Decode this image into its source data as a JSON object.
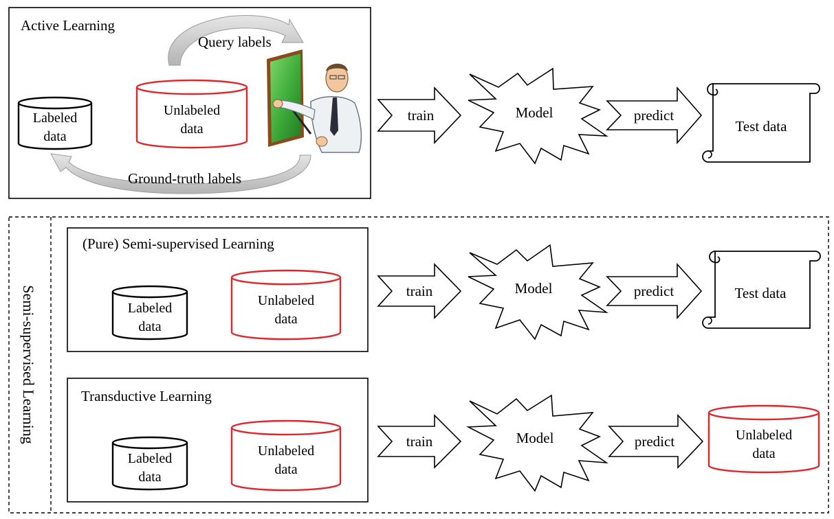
{
  "active": {
    "title": "Active Learning",
    "query_labels": "Query labels",
    "ground_truth": "Ground-truth labels",
    "labeled": [
      "Labeled",
      "data"
    ],
    "unlabeled": [
      "Unlabeled",
      "data"
    ],
    "oracle_icon": "teacher-pointing-at-board-icon"
  },
  "semi": {
    "vertical_title": "Semi-supervised Learning",
    "pure": {
      "title": "(Pure) Semi-supervised Learning",
      "labeled": [
        "Labeled",
        "data"
      ],
      "unlabeled": [
        "Unlabeled",
        "data"
      ]
    },
    "transductive": {
      "title": "Transductive Learning",
      "labeled": [
        "Labeled",
        "data"
      ],
      "unlabeled": [
        "Unlabeled",
        "data"
      ]
    }
  },
  "flows": [
    {
      "train": "train",
      "model": "Model",
      "predict": "predict",
      "output": [
        "Test data"
      ]
    },
    {
      "train": "train",
      "model": "Model",
      "predict": "predict",
      "output": [
        "Test data"
      ]
    },
    {
      "train": "train",
      "model": "Model",
      "predict": "predict",
      "output": [
        "Unlabeled",
        "data"
      ]
    }
  ],
  "colors": {
    "unlabeled_stroke": "#e0262b",
    "labeled_stroke": "#000000",
    "curved_arrow": "#c8c8c8",
    "board_green": "#3fae3a"
  }
}
